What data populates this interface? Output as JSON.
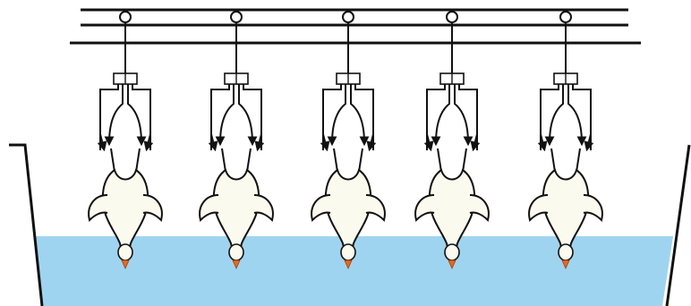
{
  "diagram": {
    "units": [
      "shackle-unit-1",
      "shackle-unit-2",
      "shackle-unit-3",
      "shackle-unit-4",
      "shackle-unit-5"
    ],
    "colors": {
      "background": "#ffffff",
      "line": "#111111",
      "water": "#9fd4f0",
      "bird_body": "#fbfaee",
      "beak": "#e46a1f",
      "tank_wall": "#111111"
    },
    "icons": {
      "rail": "conveyor-rail-icon",
      "pulley": "pulley-wheel-icon",
      "shackle": "shackle-hook-icon",
      "bird": "inverted-bird-icon",
      "tank": "water-bath-tank-icon"
    }
  }
}
